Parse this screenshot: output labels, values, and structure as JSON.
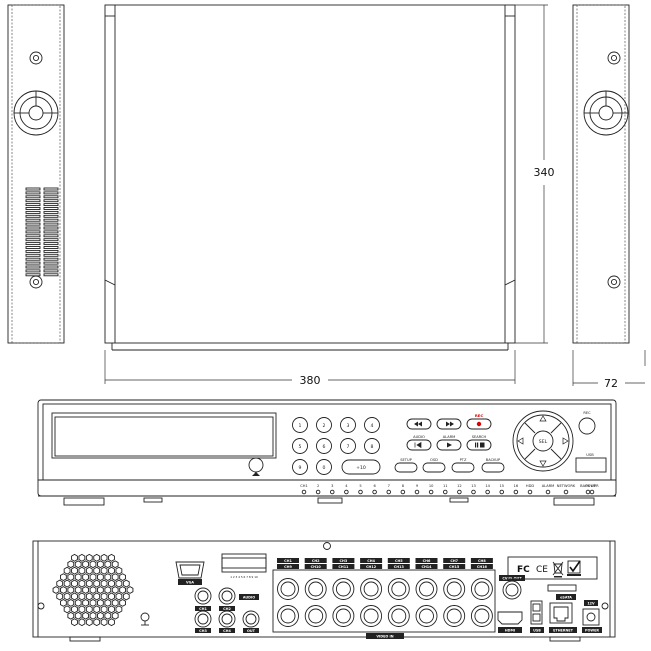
{
  "dimensions": {
    "height": "340",
    "width": "380",
    "depth": "72"
  },
  "front_panel": {
    "numpad": [
      "1",
      "2",
      "3",
      "4",
      "5",
      "6",
      "7",
      "8",
      "9",
      "0",
      "+10"
    ],
    "playback_labels": [
      "AUDIO",
      "ALARM",
      "SEARCH"
    ],
    "rec_label": "REC",
    "menu_buttons": [
      "SETUP",
      "OSD",
      "PTZ",
      "BACKUP"
    ],
    "sel_label": "SEL",
    "side_rec_label": "REC",
    "usb_label": "USB",
    "led_labels": [
      "CH1",
      "2",
      "3",
      "4",
      "5",
      "6",
      "7",
      "8",
      "9",
      "10",
      "11",
      "12",
      "13",
      "14",
      "15",
      "16",
      "HDD",
      "ALARM",
      "NETWORK",
      "BACK UP",
      "POWER"
    ]
  },
  "rear_panel": {
    "vga_label": "VGA",
    "audio_label": "AUDIO",
    "terminal_label": "1 2 3 4 5 6 7 8 9 10",
    "audio_jacks_top": [
      "CH1",
      "CH2"
    ],
    "audio_jacks_bottom": [
      "CH3",
      "CH4",
      "OUT"
    ],
    "bnc_top_labels": [
      "CH1",
      "CH2",
      "CH3",
      "CH4",
      "CH5",
      "CH6",
      "CH7",
      "CH8"
    ],
    "bnc_bottom_labels": [
      "CH9",
      "CH10",
      "CH11",
      "CH12",
      "CH13",
      "CH14",
      "CH15",
      "CH16"
    ],
    "video_in_label": "VIDEO IN",
    "cvbs_out_label": "CVBS OUT",
    "hdmi_label": "HDMI",
    "usb_label": "USB",
    "ethernet_label": "ETHERNET",
    "esata_label": "eSATA",
    "voltage_label": "12V",
    "power_label": "POWER",
    "cert_marks": [
      "FC",
      "CE"
    ]
  }
}
